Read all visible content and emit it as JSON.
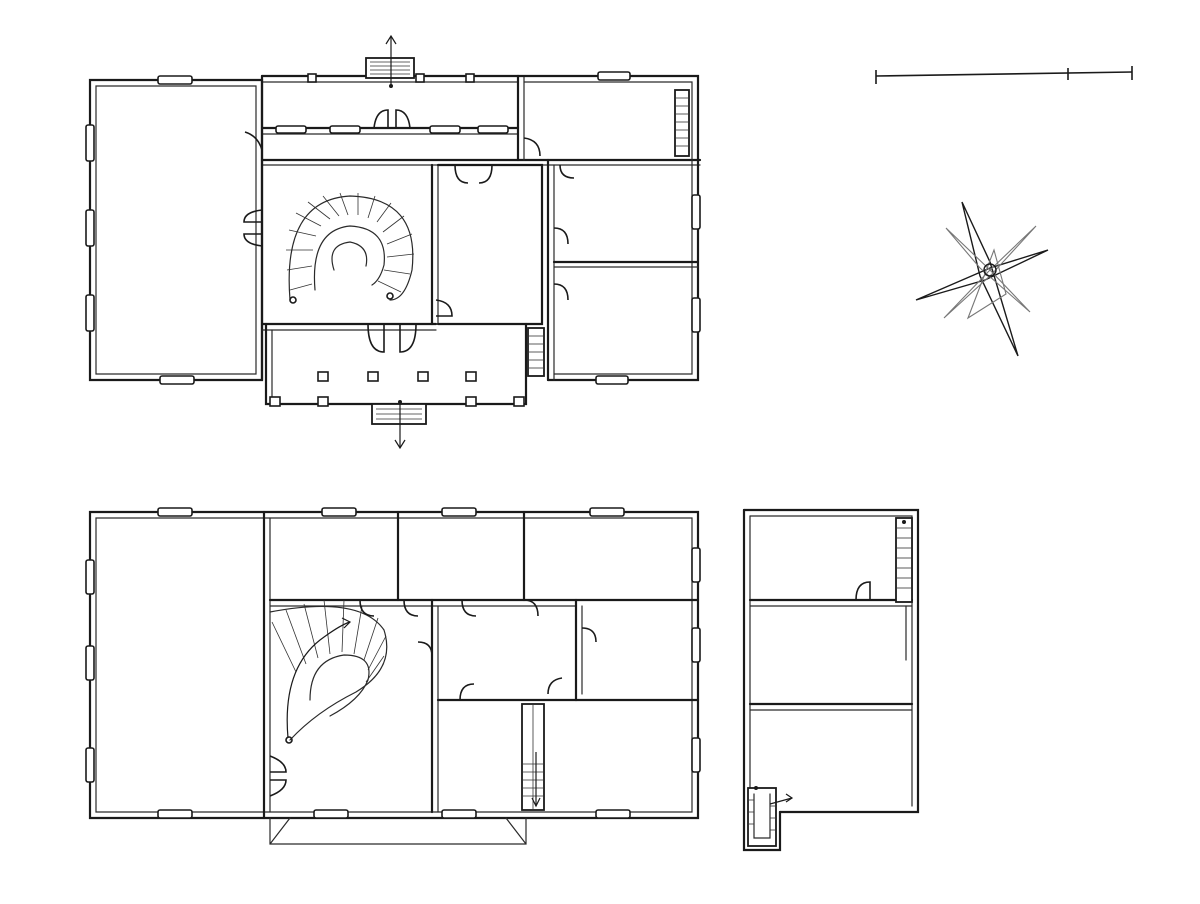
{
  "drawing": {
    "kind": "hand-drawn architectural floor plans",
    "sheets": [
      {
        "id": "ground-floor",
        "description": ""
      },
      {
        "id": "upper-floor",
        "description": ""
      },
      {
        "id": "wing-plan",
        "description": ""
      }
    ],
    "has_scale_bar": true,
    "has_north_compass": true
  },
  "colors": {
    "ink": "#1a1a1a",
    "paper": "#ffffff",
    "pencil_grey": "#777777"
  },
  "icons": {
    "compass": "north-compass-icon",
    "scale": "scale-bar-icon"
  }
}
